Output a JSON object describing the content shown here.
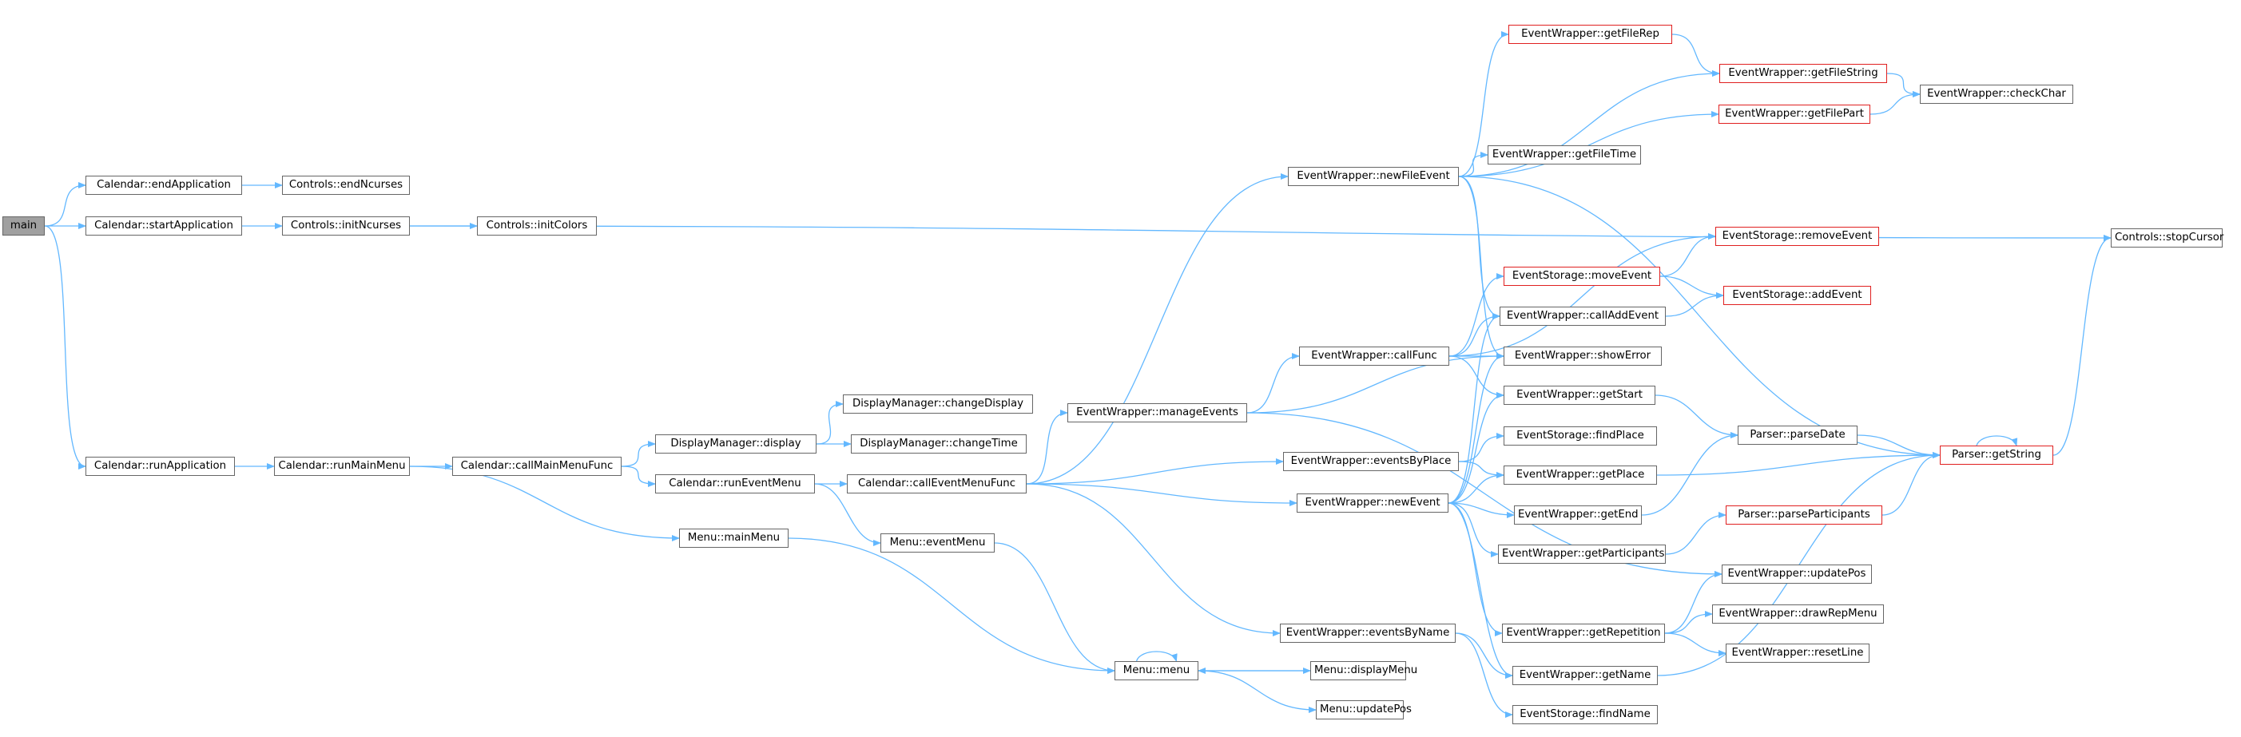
{
  "colors": {
    "edge": "#63b8ff",
    "border": "#666666",
    "highlight": "#e02020",
    "root_fill": "#a0a0a0"
  },
  "nodes": [
    {
      "id": "main",
      "label": "main"
    },
    {
      "id": "cal_end",
      "label": "Calendar::endApplication"
    },
    {
      "id": "cal_start",
      "label": "Calendar::startApplication"
    },
    {
      "id": "cal_run",
      "label": "Calendar::runApplication"
    },
    {
      "id": "ctl_endn",
      "label": "Controls::endNcurses"
    },
    {
      "id": "ctl_initn",
      "label": "Controls::initNcurses"
    },
    {
      "id": "ctl_initc",
      "label": "Controls::initColors"
    },
    {
      "id": "cal_runmain",
      "label": "Calendar::runMainMenu"
    },
    {
      "id": "cal_callmain",
      "label": "Calendar::callMainMenuFunc"
    },
    {
      "id": "dm_display",
      "label": "DisplayManager::display"
    },
    {
      "id": "dm_changedisp",
      "label": "DisplayManager::changeDisplay"
    },
    {
      "id": "dm_changetime",
      "label": "DisplayManager::changeTime"
    },
    {
      "id": "cal_runevent",
      "label": "Calendar::runEventMenu"
    },
    {
      "id": "cal_callevent",
      "label": "Calendar::callEventMenuFunc"
    },
    {
      "id": "menu_main",
      "label": "Menu::mainMenu"
    },
    {
      "id": "menu_event",
      "label": "Menu::eventMenu"
    },
    {
      "id": "menu_menu",
      "label": "Menu::menu"
    },
    {
      "id": "menu_display",
      "label": "Menu::displayMenu"
    },
    {
      "id": "menu_update",
      "label": "Menu::updatePos"
    },
    {
      "id": "ew_manage",
      "label": "EventWrapper::manageEvents"
    },
    {
      "id": "ew_newfile",
      "label": "EventWrapper::newFileEvent"
    },
    {
      "id": "ew_callfunc",
      "label": "EventWrapper::callFunc"
    },
    {
      "id": "ew_byplace",
      "label": "EventWrapper::eventsByPlace"
    },
    {
      "id": "ew_newevent",
      "label": "EventWrapper::newEvent"
    },
    {
      "id": "ew_byname",
      "label": "EventWrapper::eventsByName"
    },
    {
      "id": "ew_getfilerep",
      "label": "EventWrapper::getFileRep",
      "red": true
    },
    {
      "id": "ew_getfilestr",
      "label": "EventWrapper::getFileString",
      "red": true
    },
    {
      "id": "ew_getfilepart",
      "label": "EventWrapper::getFilePart",
      "red": true
    },
    {
      "id": "ew_getfiletime",
      "label": "EventWrapper::getFileTime"
    },
    {
      "id": "ew_checkchar",
      "label": "EventWrapper::checkChar"
    },
    {
      "id": "es_remove",
      "label": "EventStorage::removeEvent",
      "red": true
    },
    {
      "id": "es_move",
      "label": "EventStorage::moveEvent",
      "red": true
    },
    {
      "id": "es_add",
      "label": "EventStorage::addEvent",
      "red": true
    },
    {
      "id": "ew_calladd",
      "label": "EventWrapper::callAddEvent"
    },
    {
      "id": "ew_showerr",
      "label": "EventWrapper::showError"
    },
    {
      "id": "ew_getstart",
      "label": "EventWrapper::getStart"
    },
    {
      "id": "es_findplace",
      "label": "EventStorage::findPlace"
    },
    {
      "id": "ew_getplace",
      "label": "EventWrapper::getPlace"
    },
    {
      "id": "ew_getend",
      "label": "EventWrapper::getEnd"
    },
    {
      "id": "ew_getpart",
      "label": "EventWrapper::getParticipants"
    },
    {
      "id": "ew_updatepos",
      "label": "EventWrapper::updatePos"
    },
    {
      "id": "ew_getrep",
      "label": "EventWrapper::getRepetition"
    },
    {
      "id": "ew_drawrep",
      "label": "EventWrapper::drawRepMenu"
    },
    {
      "id": "ew_resetline",
      "label": "EventWrapper::resetLine"
    },
    {
      "id": "ew_getname",
      "label": "EventWrapper::getName"
    },
    {
      "id": "es_findname",
      "label": "EventStorage::findName"
    },
    {
      "id": "p_parsedate",
      "label": "Parser::parseDate"
    },
    {
      "id": "p_parsepart",
      "label": "Parser::parseParticipants",
      "red": true
    },
    {
      "id": "p_getstring",
      "label": "Parser::getString",
      "red": true
    },
    {
      "id": "ctl_stopcursor",
      "label": "Controls::stopCursor"
    }
  ],
  "edges": [
    [
      "main",
      "cal_end"
    ],
    [
      "main",
      "cal_start"
    ],
    [
      "main",
      "cal_run"
    ],
    [
      "cal_end",
      "ctl_endn"
    ],
    [
      "cal_start",
      "ctl_initn"
    ],
    [
      "ctl_initn",
      "ctl_initc"
    ],
    [
      "ctl_initn",
      "ctl_stopcursor"
    ],
    [
      "cal_run",
      "cal_runmain"
    ],
    [
      "cal_runmain",
      "cal_callmain"
    ],
    [
      "cal_runmain",
      "menu_main"
    ],
    [
      "cal_callmain",
      "dm_display"
    ],
    [
      "cal_callmain",
      "cal_runevent"
    ],
    [
      "dm_display",
      "dm_changedisp"
    ],
    [
      "dm_display",
      "dm_changetime"
    ],
    [
      "cal_runevent",
      "cal_callevent"
    ],
    [
      "cal_runevent",
      "menu_event"
    ],
    [
      "menu_main",
      "menu_menu"
    ],
    [
      "menu_event",
      "menu_menu"
    ],
    [
      "menu_menu",
      "menu_menu"
    ],
    [
      "menu_menu",
      "menu_display"
    ],
    [
      "menu_menu",
      "menu_update"
    ],
    [
      "menu_display",
      "menu_menu"
    ],
    [
      "cal_callevent",
      "ew_newfile"
    ],
    [
      "cal_callevent",
      "ew_manage"
    ],
    [
      "cal_callevent",
      "ew_byplace"
    ],
    [
      "cal_callevent",
      "ew_newevent"
    ],
    [
      "cal_callevent",
      "ew_byname"
    ],
    [
      "ew_manage",
      "ew_callfunc"
    ],
    [
      "ew_manage",
      "ew_showerr"
    ],
    [
      "ew_manage",
      "ew_updatepos"
    ],
    [
      "ew_newfile",
      "ew_getfilerep"
    ],
    [
      "ew_newfile",
      "ew_getfilestr"
    ],
    [
      "ew_newfile",
      "ew_getfilepart"
    ],
    [
      "ew_newfile",
      "ew_getfiletime"
    ],
    [
      "ew_newfile",
      "ew_calladd"
    ],
    [
      "ew_newfile",
      "ew_showerr"
    ],
    [
      "ew_newfile",
      "p_getstring"
    ],
    [
      "ew_getfilerep",
      "ew_getfilestr"
    ],
    [
      "ew_getfilestr",
      "ew_checkchar"
    ],
    [
      "ew_getfilepart",
      "ew_checkchar"
    ],
    [
      "ew_callfunc",
      "es_remove"
    ],
    [
      "ew_callfunc",
      "es_move"
    ],
    [
      "ew_callfunc",
      "ew_calladd"
    ],
    [
      "ew_callfunc",
      "ew_showerr"
    ],
    [
      "ew_callfunc",
      "ew_getstart"
    ],
    [
      "es_move",
      "es_remove"
    ],
    [
      "es_move",
      "es_add"
    ],
    [
      "ew_calladd",
      "es_add"
    ],
    [
      "ew_byplace",
      "es_findplace"
    ],
    [
      "ew_byplace",
      "ew_getplace"
    ],
    [
      "ew_newevent",
      "ew_calladd"
    ],
    [
      "ew_newevent",
      "ew_showerr"
    ],
    [
      "ew_newevent",
      "ew_getstart"
    ],
    [
      "ew_newevent",
      "ew_getplace"
    ],
    [
      "ew_newevent",
      "ew_getend"
    ],
    [
      "ew_newevent",
      "ew_getpart"
    ],
    [
      "ew_newevent",
      "ew_getrep"
    ],
    [
      "ew_newevent",
      "ew_getname"
    ],
    [
      "ew_getstart",
      "p_parsedate"
    ],
    [
      "ew_getend",
      "p_parsedate"
    ],
    [
      "ew_getplace",
      "p_getstring"
    ],
    [
      "ew_getpart",
      "p_parsepart"
    ],
    [
      "p_parsepart",
      "p_getstring"
    ],
    [
      "p_parsedate",
      "p_getstring"
    ],
    [
      "p_getstring",
      "p_getstring"
    ],
    [
      "p_getstring",
      "ctl_stopcursor"
    ],
    [
      "ew_getrep",
      "ew_updatepos"
    ],
    [
      "ew_getrep",
      "ew_drawrep"
    ],
    [
      "ew_getrep",
      "ew_resetline"
    ],
    [
      "ew_byname",
      "ew_getname"
    ],
    [
      "ew_byname",
      "es_findname"
    ],
    [
      "ew_getname",
      "p_getstring"
    ]
  ]
}
